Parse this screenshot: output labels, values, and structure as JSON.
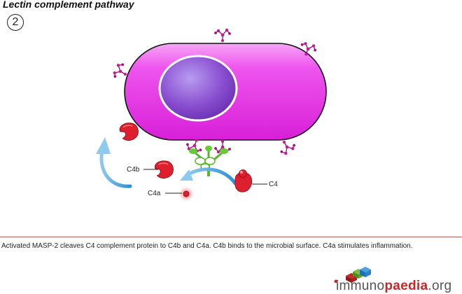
{
  "title": "Lectin complement pathway",
  "step_number": "2",
  "labels": {
    "c4b": "C4b",
    "c4a": "C4a",
    "c4": "C4"
  },
  "caption": "Activated MASP-2 cleaves C4 complement protein to C4b and C4a. C4b binds to the microbial surface. C4a stimulates inflammation.",
  "logo": {
    "part1": "immuno",
    "part2": "paedia",
    "part3": ".org"
  },
  "colors": {
    "microbe": "#e040e0",
    "nucleus": "#8a4fd0",
    "c4_protein": "#dd1f2e",
    "lectin": "#66cc33",
    "arrow": "#5aaee0",
    "sugar": "#b0128a"
  }
}
